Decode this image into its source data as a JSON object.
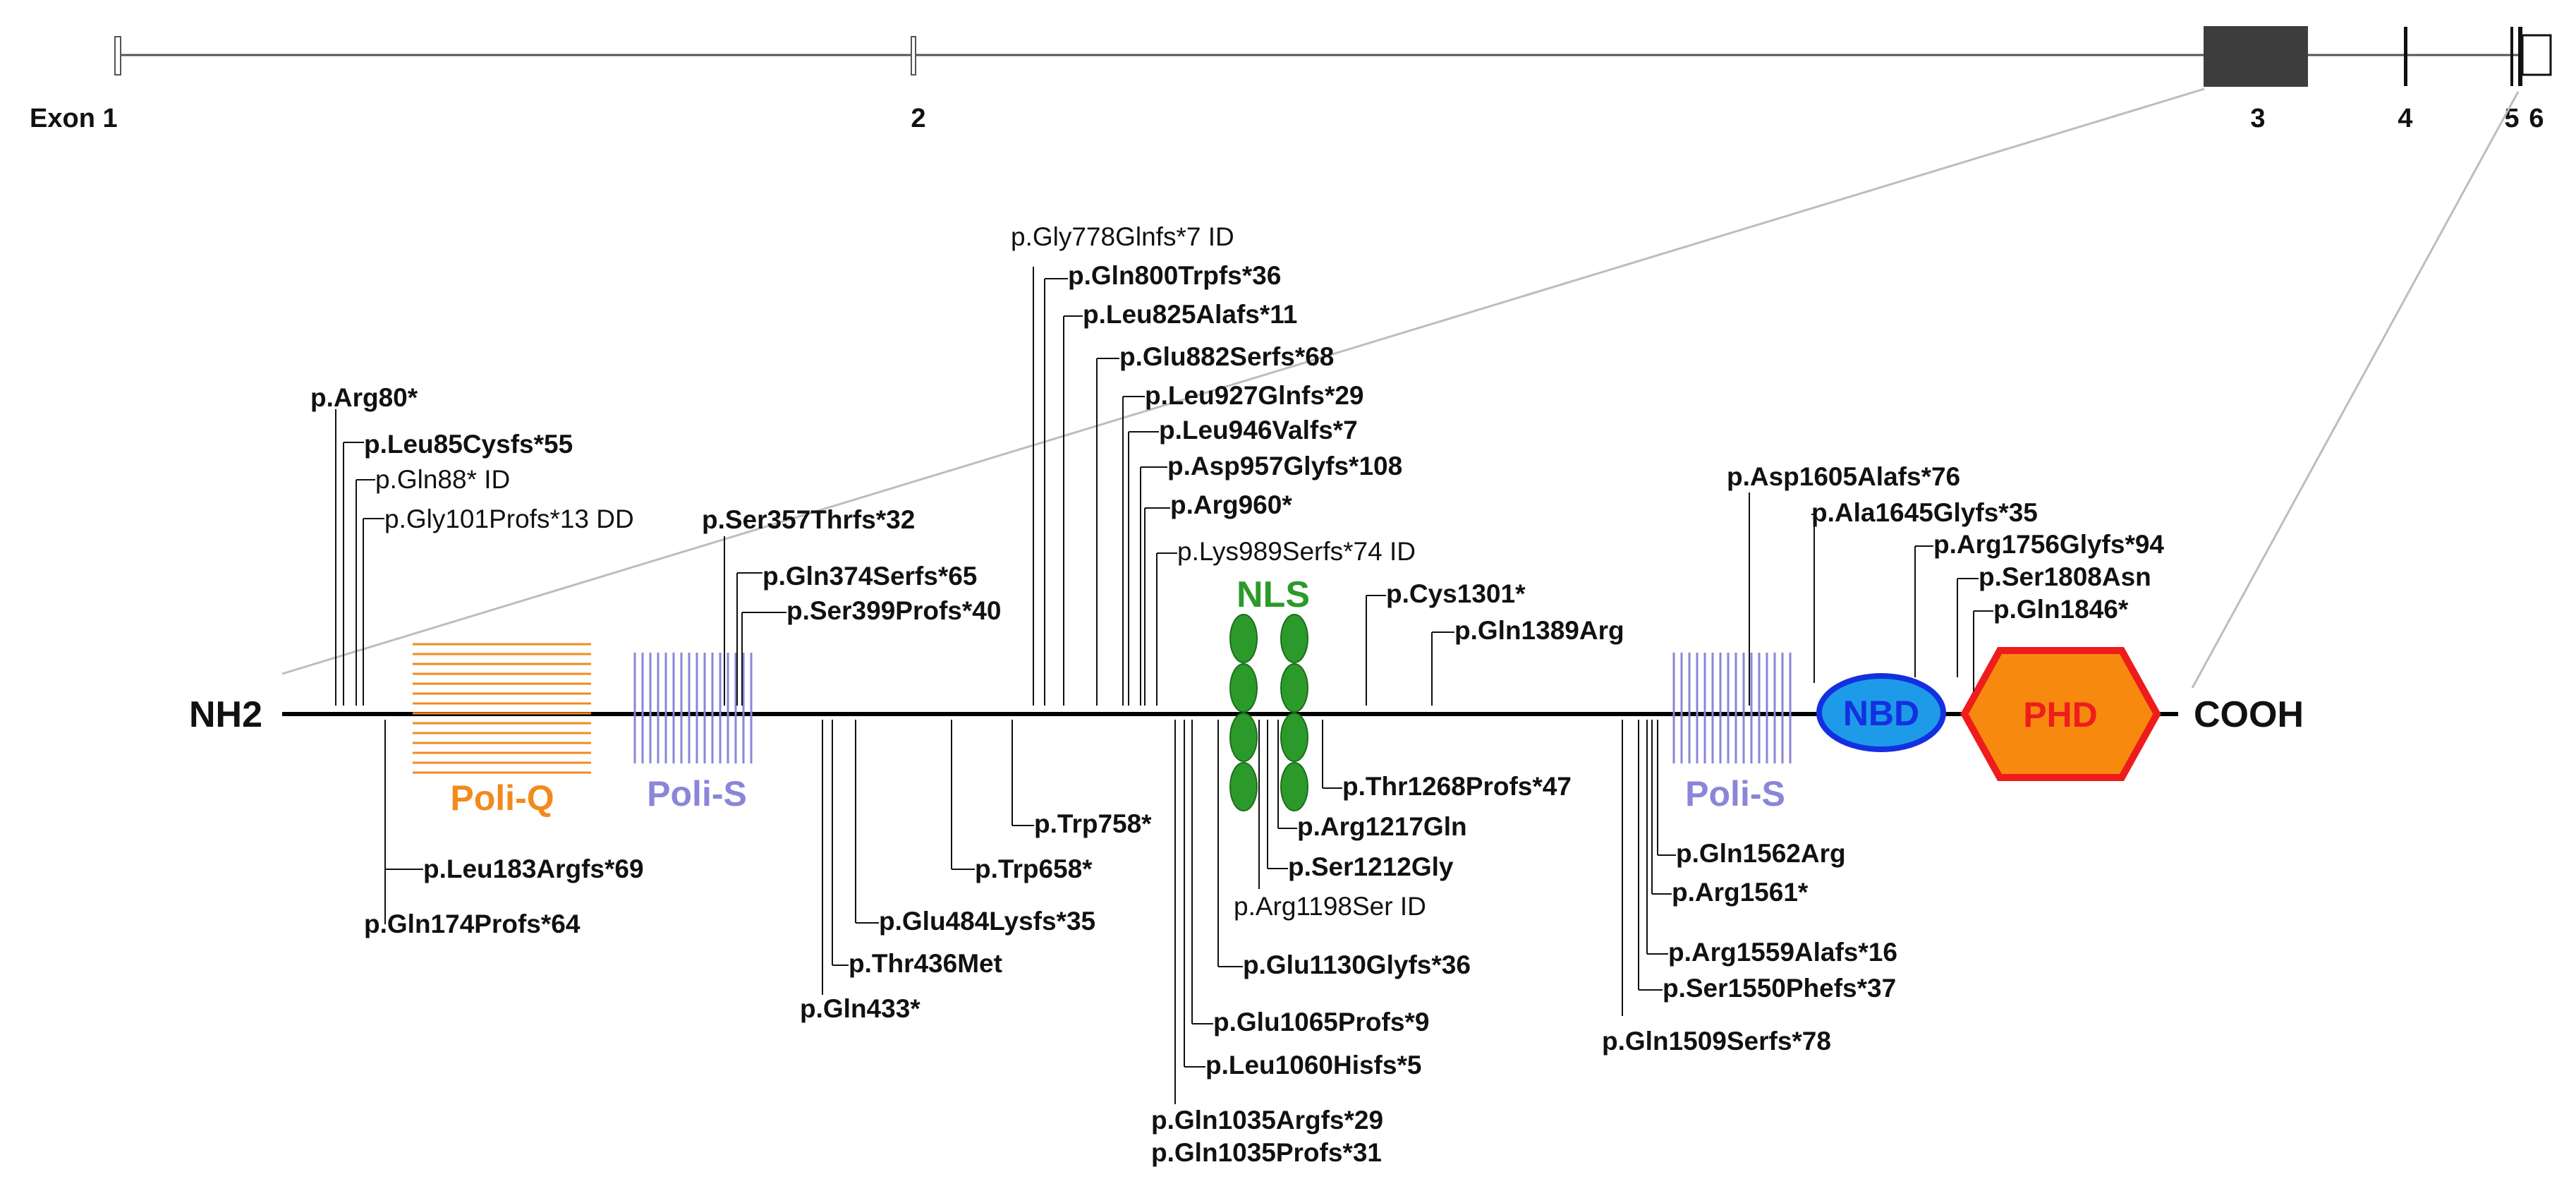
{
  "gene_map": {
    "exon_labels": [
      "Exon 1",
      "2",
      "3",
      "4",
      "5",
      "6"
    ]
  },
  "protein": {
    "n_terminus": "NH2",
    "c_terminus": "COOH"
  },
  "domains": {
    "poli_q": "Poli-Q",
    "poli_s_1": "Poli-S",
    "poli_s_2": "Poli-S",
    "nls": "NLS",
    "nbd": "NBD",
    "phd": "PHD"
  },
  "colors": {
    "poli_q": "#f28a1c",
    "poli_s": "#8a86d8",
    "nls": "#2b9a2b",
    "nbd_fill": "#1e9be8",
    "nbd_stroke": "#1330e0",
    "phd_fill": "#f7890f",
    "phd_stroke": "#ee1c1c",
    "phd_text": "#ee1c1c",
    "exon3": "#3d3d3d",
    "connector": "#bdbdbd",
    "text": "#111111"
  },
  "mutations_above": [
    {
      "label": "p.Arg80*",
      "bold": true
    },
    {
      "label": "p.Leu85Cysfs*55",
      "bold": true
    },
    {
      "label": "p.Gln88* ID",
      "bold": false
    },
    {
      "label": "p.Gly101Profs*13 DD",
      "bold": false
    },
    {
      "label": "p.Ser357Thrfs*32",
      "bold": true
    },
    {
      "label": "p.Gln374Serfs*65",
      "bold": true
    },
    {
      "label": "p.Ser399Profs*40",
      "bold": true
    },
    {
      "label": "p.Gly778Glnfs*7 ID",
      "bold": false
    },
    {
      "label": "p.Gln800Trpfs*36",
      "bold": true
    },
    {
      "label": "p.Leu825Alafs*11",
      "bold": true
    },
    {
      "label": "p.Glu882Serfs*68",
      "bold": true
    },
    {
      "label": "p.Leu927Glnfs*29",
      "bold": true
    },
    {
      "label": "p.Leu946Valfs*7",
      "bold": true
    },
    {
      "label": "p.Asp957Glyfs*108",
      "bold": true
    },
    {
      "label": "p.Arg960*",
      "bold": true
    },
    {
      "label": "p.Lys989Serfs*74 ID",
      "bold": false
    },
    {
      "label": "p.Cys1301*",
      "bold": true
    },
    {
      "label": "p.Gln1389Arg",
      "bold": true
    },
    {
      "label": "p.Asp1605Alafs*76",
      "bold": true
    },
    {
      "label": "p.Ala1645Glyfs*35",
      "bold": true
    },
    {
      "label": "p.Arg1756Glyfs*94",
      "bold": true
    },
    {
      "label": "p.Ser1808Asn",
      "bold": true
    },
    {
      "label": "p.Gln1846*",
      "bold": true
    }
  ],
  "mutations_below": [
    {
      "label": "p.Leu183Argfs*69",
      "bold": true
    },
    {
      "label": "p.Gln174Profs*64",
      "bold": true
    },
    {
      "label": "p.Trp758*",
      "bold": true
    },
    {
      "label": "p.Trp658*",
      "bold": true
    },
    {
      "label": "p.Glu484Lysfs*35",
      "bold": true
    },
    {
      "label": "p.Thr436Met",
      "bold": true
    },
    {
      "label": "p.Gln433*",
      "bold": true
    },
    {
      "label": "p.Thr1268Profs*47",
      "bold": true
    },
    {
      "label": "p.Arg1217Gln",
      "bold": true
    },
    {
      "label": "p.Ser1212Gly",
      "bold": true
    },
    {
      "label": "p.Arg1198Ser ID",
      "bold": false
    },
    {
      "label": "p.Glu1130Glyfs*36",
      "bold": true
    },
    {
      "label": "p.Glu1065Profs*9",
      "bold": true
    },
    {
      "label": "p.Leu1060Hisfs*5",
      "bold": true
    },
    {
      "label": "p.Gln1035Argfs*29",
      "bold": true
    },
    {
      "label": "p.Gln1035Profs*31",
      "bold": true
    },
    {
      "label": "p.Gln1562Arg",
      "bold": true
    },
    {
      "label": "p.Arg1561*",
      "bold": true
    },
    {
      "label": "p.Arg1559Alafs*16",
      "bold": true
    },
    {
      "label": "p.Ser1550Phefs*37",
      "bold": true
    },
    {
      "label": "p.Gln1509Serfs*78",
      "bold": true
    }
  ]
}
